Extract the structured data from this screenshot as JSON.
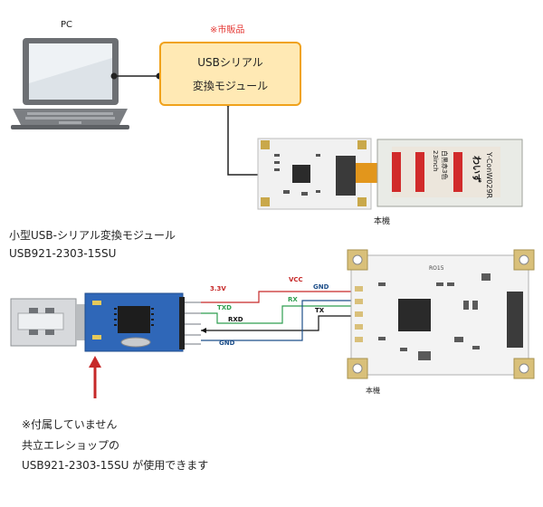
{
  "top": {
    "pc_label": "PC",
    "commercial_note": "※市販品",
    "module_line1": "USBシリアル",
    "module_line2": "変換モジュール",
    "unit_label": "本機",
    "epaper": {
      "model": "Y-ConW029R",
      "vertical_text": "わいず",
      "line2": "23inch",
      "line3": "白黒赤3色"
    }
  },
  "bottom": {
    "title_line1": "小型USB-シリアル変換モジュール",
    "title_line2": "USB921-2303-15SU",
    "wires": {
      "v33": "3.3V",
      "txd": "TXD",
      "rxd": "RXD",
      "gnd_left": "GND",
      "vcc": "VCC",
      "gnd_right": "GND",
      "rx": "RX",
      "tx": "TX"
    },
    "board_label": "本機",
    "board_silkscreen": "RO15",
    "note_red": "※付属していません",
    "note_line2": "共立エレショップの",
    "note_line3": "USB921-2303-15SU が使用できます"
  },
  "colors": {
    "module_fill": "#ffe9b4",
    "module_border": "#f0a21c",
    "red_wire": "#c62828",
    "green_wire": "#2e9e4f",
    "blue_wire": "#1e4f8a",
    "black_wire": "#111111",
    "note_red": "#e53935"
  }
}
